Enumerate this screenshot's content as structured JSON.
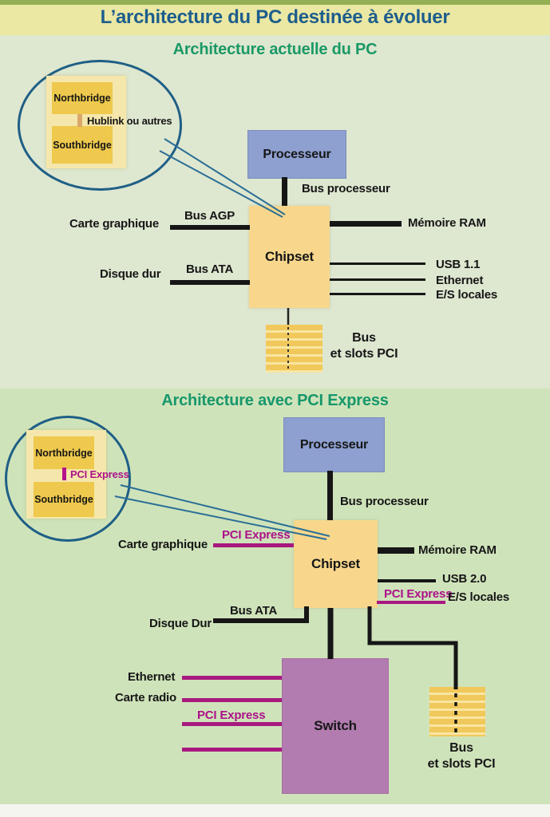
{
  "page": {
    "title": "L’architecture du PC destinée à évoluer"
  },
  "colors": {
    "title_blue": "#1d5e8c",
    "subtitle_green": "#1a9966",
    "magenta_pci_express": "#ac1289",
    "processor_blue": "#8da0d0",
    "chipset_tan": "#f8d78c",
    "chip_gold": "#eec94d",
    "switch_purple": "#b27cb0",
    "callout_blue": "#1e5f86",
    "banner_yellow": "#ebe8a3",
    "top_section_bg": "#dee7d0",
    "bottom_section_bg": "#cfe3ba"
  },
  "top": {
    "subtitle": "Architecture actuelle du PC",
    "inset": {
      "northbridge": "Northbridge",
      "link": "Hublink ou autres",
      "southbridge": "Southbridge"
    },
    "processor": "Processeur",
    "bus_processor": "Bus processeur",
    "chipset": "Chipset",
    "graphics_device": "Carte graphique",
    "graphics_bus": "Bus AGP",
    "disk_device": "Disque dur",
    "disk_bus": "Bus ATA",
    "memory": "Mémoire RAM",
    "usb": "USB 1.1",
    "ethernet": "Ethernet",
    "local_io": "E/S locales",
    "pci_line1": "Bus",
    "pci_line2": "et slots PCI"
  },
  "bottom": {
    "subtitle": "Architecture avec PCI Express",
    "inset": {
      "northbridge": "Northbridge",
      "link": "PCI Express",
      "southbridge": "Southbridge"
    },
    "processor": "Processeur",
    "bus_processor": "Bus processeur",
    "chipset": "Chipset",
    "graphics_device": "Carte graphique",
    "graphics_bus": "PCI Express",
    "disk_device": "Disque Dur",
    "disk_bus": "Bus ATA",
    "memory": "Mémoire RAM",
    "usb": "USB 2.0",
    "local_io_bus": "PCI Express",
    "local_io": "E/S locales",
    "switch": "Switch",
    "ethernet": "Ethernet",
    "radio": "Carte radio",
    "switch_bus": "PCI Express",
    "pci_line1": "Bus",
    "pci_line2": "et slots PCI"
  }
}
